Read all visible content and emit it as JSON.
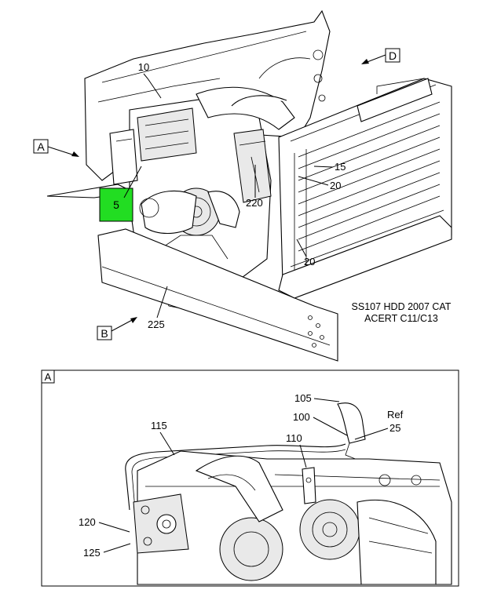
{
  "callouts": {
    "view_a": "A",
    "view_b": "B",
    "view_d": "D",
    "detail_a": "A"
  },
  "labels": {
    "l10": "10",
    "l5": "5",
    "l15": "15",
    "l20_top": "20",
    "l20_bottom": "20",
    "l220": "220",
    "l225": "225",
    "l105": "105",
    "l100": "100",
    "l115": "115",
    "l110": "110",
    "l120": "120",
    "l125": "125",
    "ref": "Ref",
    "l25": "25"
  },
  "caption": {
    "line1": "SS107 HDD 2007 CAT",
    "line2": "ACERT C11/C13"
  },
  "colors": {
    "highlight": "#22dd22",
    "ink": "#000000",
    "background": "#ffffff"
  }
}
